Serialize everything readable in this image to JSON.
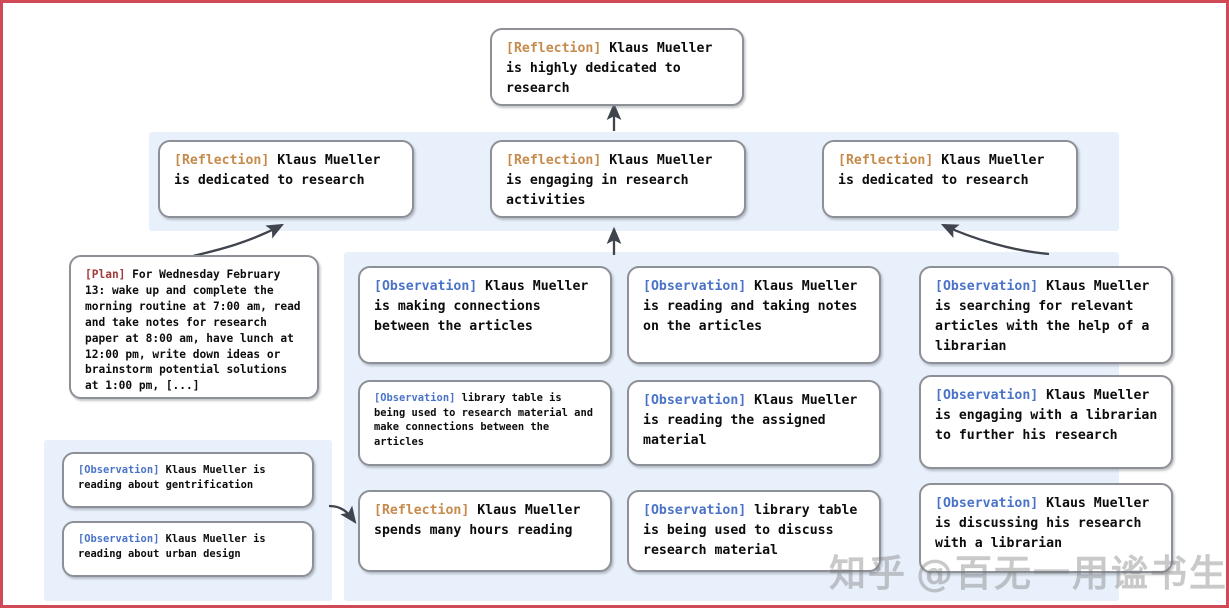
{
  "figure": {
    "border_color": "#cf4a54",
    "band_color": "#e8f0fb",
    "box_border_color": "#8d9096",
    "tag_colors": {
      "reflection": "#c68a4a",
      "observation": "#4a73c8",
      "plan": "#a23a3a"
    }
  },
  "watermark": {
    "left": "知乎",
    "right": "@百无一用谧书生"
  },
  "tags": {
    "reflection": "[Reflection]",
    "observation": "[Observation]",
    "plan": "[Plan]"
  },
  "nodes": {
    "top_reflection": {
      "tag": "[Reflection]",
      "text": " Klaus Mueller is highly dedicated to research"
    },
    "mid_reflection_1": {
      "tag": "[Reflection]",
      "text": " Klaus Mueller is dedicated to research"
    },
    "mid_reflection_2": {
      "tag": "[Reflection]",
      "text": " Klaus Mueller is engaging in research activities"
    },
    "mid_reflection_3": {
      "tag": "[Reflection]",
      "text": " Klaus Mueller is dedicated to research"
    },
    "plan_box": {
      "tag": "[Plan]",
      "text": " For Wednesday February 13: wake up and complete the morning routine at 7:00 am, read and take notes for research paper at 8:00 am, have lunch at 12:00 pm, write down ideas or brainstorm potential solutions at 1:00 pm, [...]"
    },
    "obs_left_1": {
      "tag": "[Observation]",
      "text": " Klaus Mueller is reading about gentrification"
    },
    "obs_left_2": {
      "tag": "[Observation]",
      "text": " Klaus Mueller is reading about urban design"
    },
    "col2_1": {
      "tag": "[Observation]",
      "text": " Klaus Mueller is making connections between the articles"
    },
    "col2_2": {
      "tag": "[Observation]",
      "text": " library table is being used to research material and make connections between the articles"
    },
    "col2_3": {
      "tag": "[Reflection]",
      "text": " Klaus Mueller spends many hours reading"
    },
    "col3_1": {
      "tag": "[Observation]",
      "text": " Klaus Mueller is reading and taking notes on the articles"
    },
    "col3_2": {
      "tag": "[Observation]",
      "text": " Klaus Mueller is reading the assigned material"
    },
    "col3_3": {
      "tag": "[Observation]",
      "text": " library table is being used to discuss research material"
    },
    "col4_1": {
      "tag": "[Observation]",
      "text": " Klaus Mueller is searching for relevant articles with the help of a librarian"
    },
    "col4_2": {
      "tag": "[Observation]",
      "text": " Klaus Mueller is engaging with a librarian to further his research"
    },
    "col4_3": {
      "tag": "[Observation]",
      "text": " Klaus Mueller is discussing his research with a librarian"
    }
  }
}
